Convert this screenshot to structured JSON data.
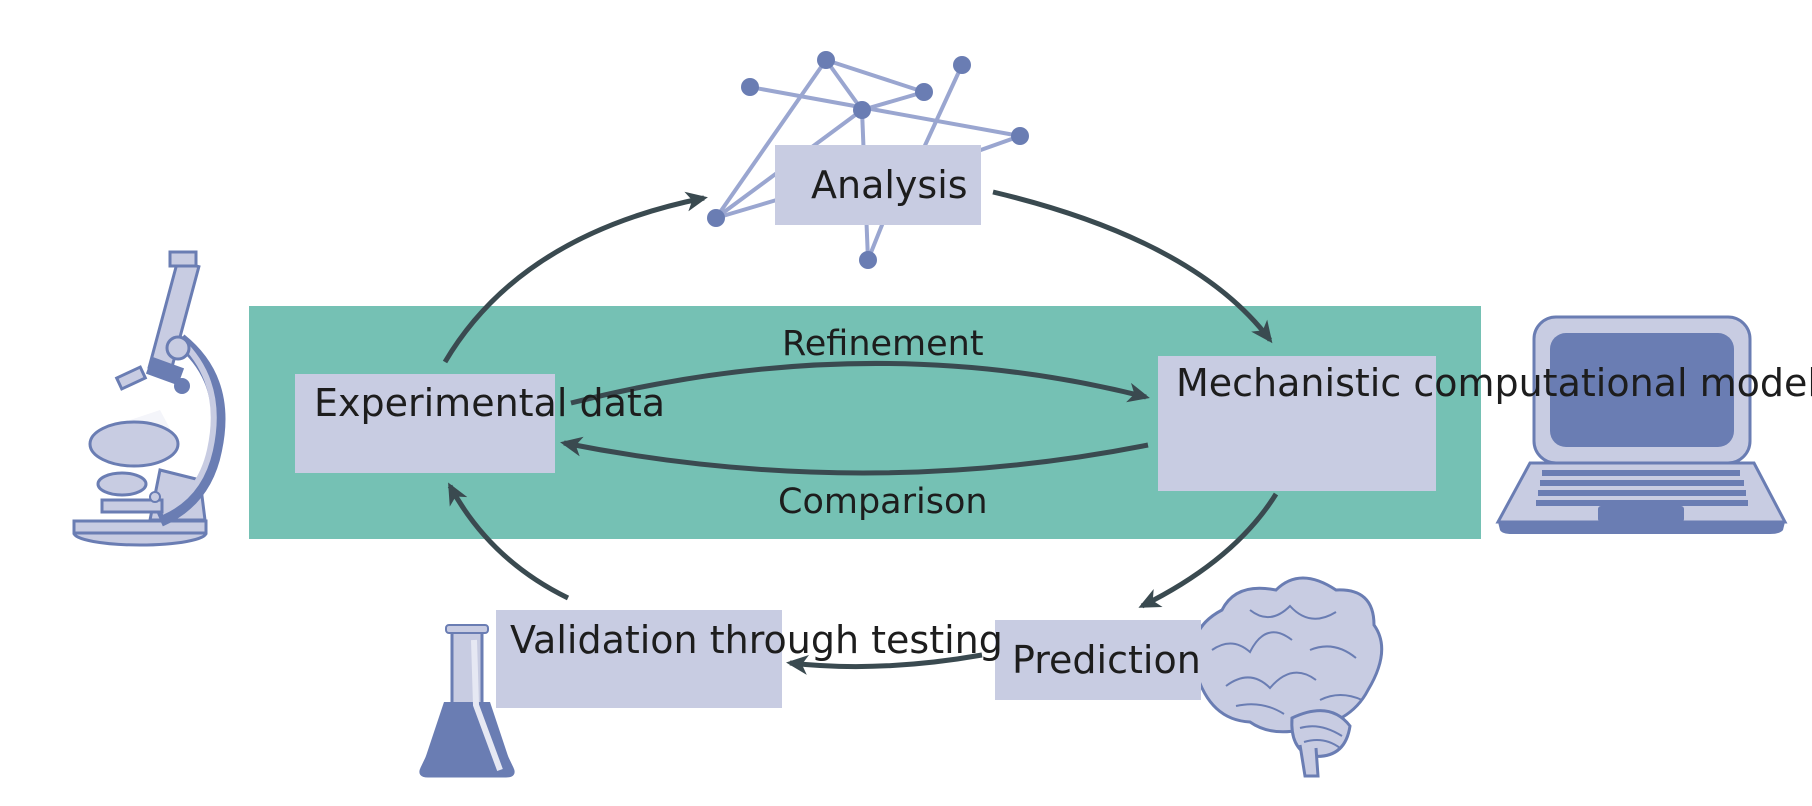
{
  "nodes": {
    "analysis": "Analysis",
    "experimental_data": [
      "Experimental",
      "data"
    ],
    "model": [
      "Mechanistic",
      "computational",
      "model"
    ],
    "prediction": "Prediction",
    "validation": [
      "Validation",
      "through testing"
    ]
  },
  "edges": {
    "refinement": "Refinement",
    "comparison": "Comparison"
  },
  "colors": {
    "band": "#75c1b4",
    "box": "#c8cce2",
    "arrow": "#3a4a50",
    "icon_fill": "#6a7db3",
    "icon_light": "#c8cce2"
  },
  "icons": {
    "network": "network-graph-icon",
    "microscope": "microscope-icon",
    "laptop": "laptop-icon",
    "flask": "flask-icon",
    "brain": "brain-icon"
  }
}
